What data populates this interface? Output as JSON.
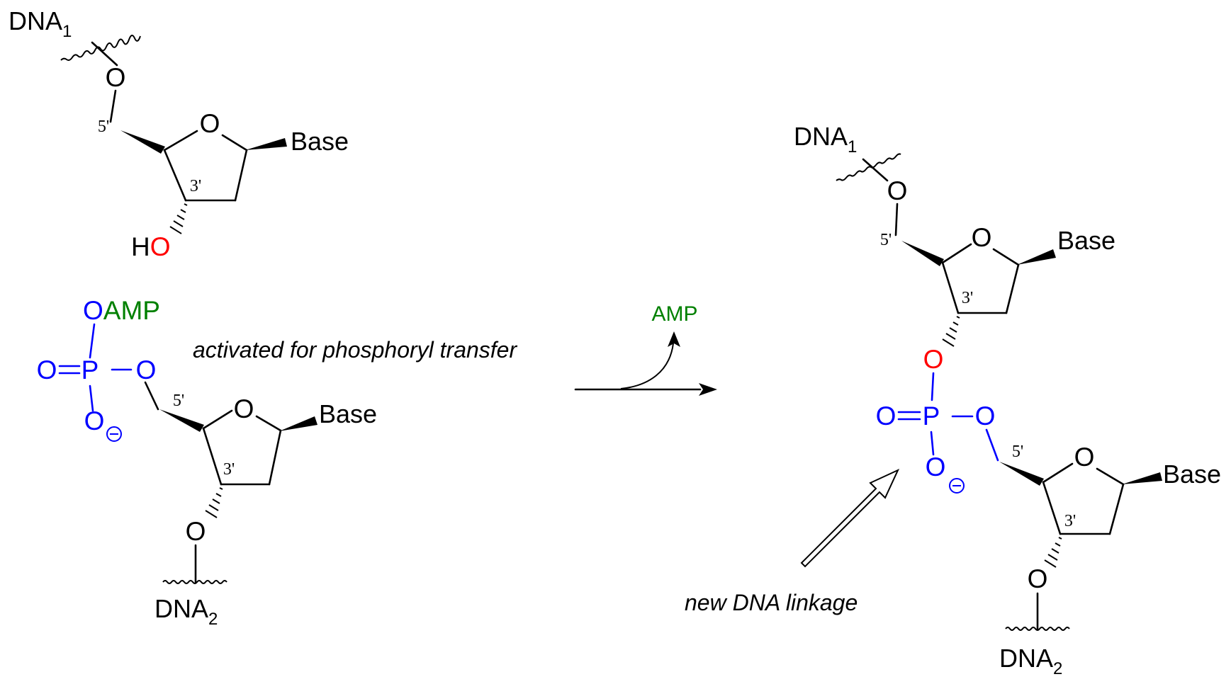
{
  "colors": {
    "black": "#000000",
    "oxygen_red": "#ff0000",
    "phosphate_blue": "#0000ff",
    "amp_green": "#008000"
  },
  "labels": {
    "dna1": "DNA",
    "dna1_sub": "1",
    "dna2": "DNA",
    "dna2_sub": "2",
    "base": "Base",
    "oxygen": "O",
    "hydrogen": "H",
    "phosphorus": "P",
    "amp": "AMP",
    "pos_5": "5'",
    "pos_3": "3'",
    "negative_charge": "−"
  },
  "captions": {
    "activated": "activated for phosphoryl transfer",
    "byproduct": "AMP",
    "new_linkage": "new DNA linkage"
  }
}
